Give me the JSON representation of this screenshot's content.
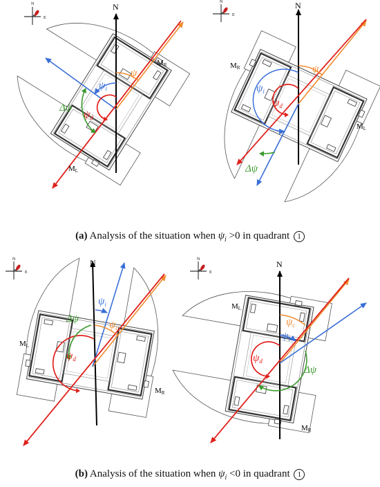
{
  "panels": [
    {
      "id": "a1",
      "compass": {
        "north": "N",
        "east": "E"
      },
      "north_label": "N",
      "motor_left": {
        "base": "M",
        "sub": "L"
      },
      "motor_right": {
        "base": "M",
        "sub": "R"
      },
      "angles": {
        "psi_i": "ψ",
        "psi_i_sub": "i",
        "psi_c": "ψ",
        "psi_c_sub": "c",
        "psi_d": "ψ",
        "psi_d_sub": "d",
        "delta_psi": "Δψ"
      }
    },
    {
      "id": "a2",
      "compass": {
        "north": "N",
        "east": "E"
      },
      "north_label": "N",
      "motor_left": {
        "base": "M",
        "sub": "L"
      },
      "motor_right": {
        "base": "M",
        "sub": "R"
      },
      "angles": {
        "psi_i": "ψ",
        "psi_i_sub": "i",
        "psi_c": "ψ",
        "psi_c_sub": "c",
        "psi_d": "ψ",
        "psi_d_sub": "d",
        "delta_psi": "Δψ"
      }
    },
    {
      "id": "b1",
      "compass": {
        "north": "N",
        "east": "E"
      },
      "north_label": "N",
      "motor_left": {
        "base": "M",
        "sub": "L"
      },
      "motor_right": {
        "base": "M",
        "sub": "R"
      },
      "angles": {
        "psi_i": "ψ",
        "psi_i_sub": "i",
        "psi_c": "ψ",
        "psi_c_sub": "c",
        "psi_d": "ψ",
        "psi_d_sub": "d",
        "delta_psi": "Δψ"
      }
    },
    {
      "id": "b2",
      "compass": {
        "north": "N",
        "east": "E"
      },
      "north_label": "N",
      "motor_left": {
        "base": "M",
        "sub": "L"
      },
      "motor_right": {
        "base": "M",
        "sub": "R"
      },
      "angles": {
        "psi_i": "ψ",
        "psi_i_sub": "i",
        "psi_c": "ψ",
        "psi_c_sub": "c",
        "psi_d": "ψ",
        "psi_d_sub": "d",
        "delta_psi": "Δψ"
      }
    }
  ],
  "captions": {
    "a": {
      "tag": "(a)",
      "text": " Analysis of the situation when ",
      "var": "ψ",
      "sub": "i",
      "rel": " >0 in quadrant ",
      "quadrant": "1"
    },
    "b": {
      "tag": "(b)",
      "text": " Analysis of the situation when ",
      "var": "ψ",
      "sub": "i",
      "rel": " <0 in quadrant ",
      "quadrant": "1"
    }
  },
  "colors": {
    "north": "#000000",
    "psi_i": "#3a6fd8",
    "psi_c": "#f08a2c",
    "psi_d": "#e0201b",
    "delta_psi": "#3c9a2e",
    "boat": "#555555"
  }
}
